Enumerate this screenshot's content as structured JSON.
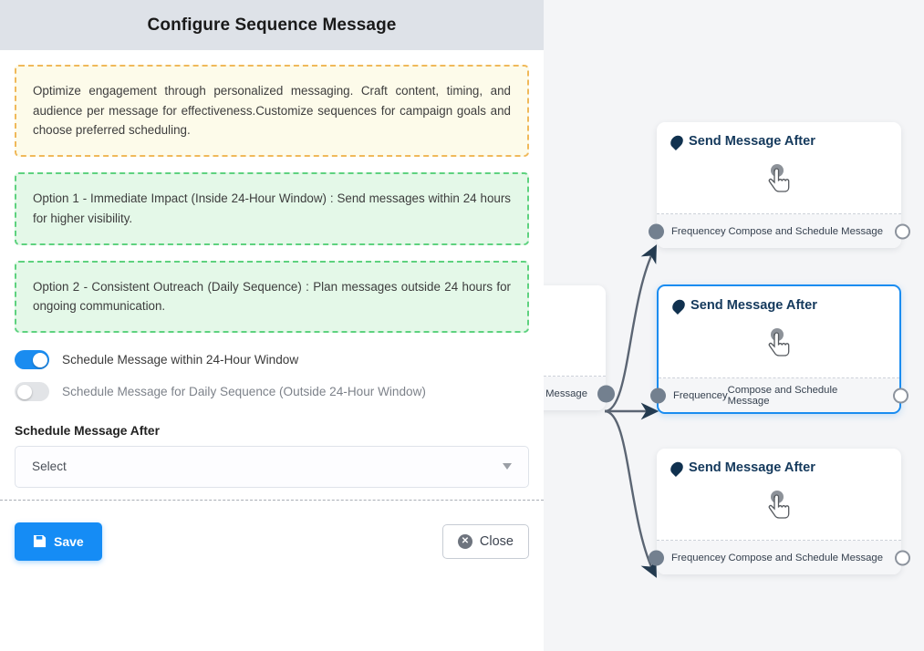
{
  "panel": {
    "header": {
      "title": "Configure Sequence Message"
    },
    "callouts": [
      {
        "kind": "info",
        "text": "Optimize engagement through personalized messaging. Craft content, timing, and audience per message for effectiveness.Customize sequences for campaign goals and choose preferred scheduling."
      },
      {
        "kind": "ok",
        "text": "Option 1 - Immediate Impact (Inside 24-Hour Window) : Send messages within 24 hours for higher visibility."
      },
      {
        "kind": "ok",
        "text": "Option 2 - Consistent Outreach (Daily Sequence) : Plan messages outside 24 hours for ongoing communication."
      }
    ],
    "toggles": [
      {
        "label": "Schedule Message within 24-Hour Window",
        "state": "on"
      },
      {
        "label": "Schedule Message for Daily Sequence (Outside 24-Hour Window)",
        "state": "off"
      }
    ],
    "field": {
      "label": "Schedule Message After",
      "select_value": "Select",
      "caret_icon": "chevron-down-icon"
    },
    "footer": {
      "save_label": "Save",
      "save_icon": "save-floppy-icon",
      "close_label": "Close",
      "close_icon": "close-circle-icon"
    }
  },
  "canvas": {
    "source_node": {
      "foot_right": "ce Message"
    },
    "nodes": [
      {
        "title": "Send Message After",
        "title_icon": "droplet-icon",
        "body_icon": "hand-pointer-icon",
        "foot_left": "Frequencey",
        "foot_right": "Compose and Schedule Message",
        "selected": false
      },
      {
        "title": "Send Message After",
        "title_icon": "droplet-icon",
        "body_icon": "hand-pointer-icon",
        "foot_left": "Frequencey",
        "foot_right": "Compose and Schedule Message",
        "selected": true
      },
      {
        "title": "Send Message After",
        "title_icon": "droplet-icon",
        "body_icon": "hand-pointer-icon",
        "foot_left": "Frequencey",
        "foot_right": "Compose and Schedule Message",
        "selected": false
      }
    ]
  },
  "colors": {
    "accent": "#158cf5",
    "header_bg": "#dee2e8",
    "canvas_bg": "#f4f5f7",
    "info_border": "#f0b95a",
    "info_bg": "#fdfbea",
    "ok_border": "#5ed27f",
    "ok_bg": "#e4f8e8",
    "node_title": "#14395c",
    "edge": "#5b6573"
  }
}
